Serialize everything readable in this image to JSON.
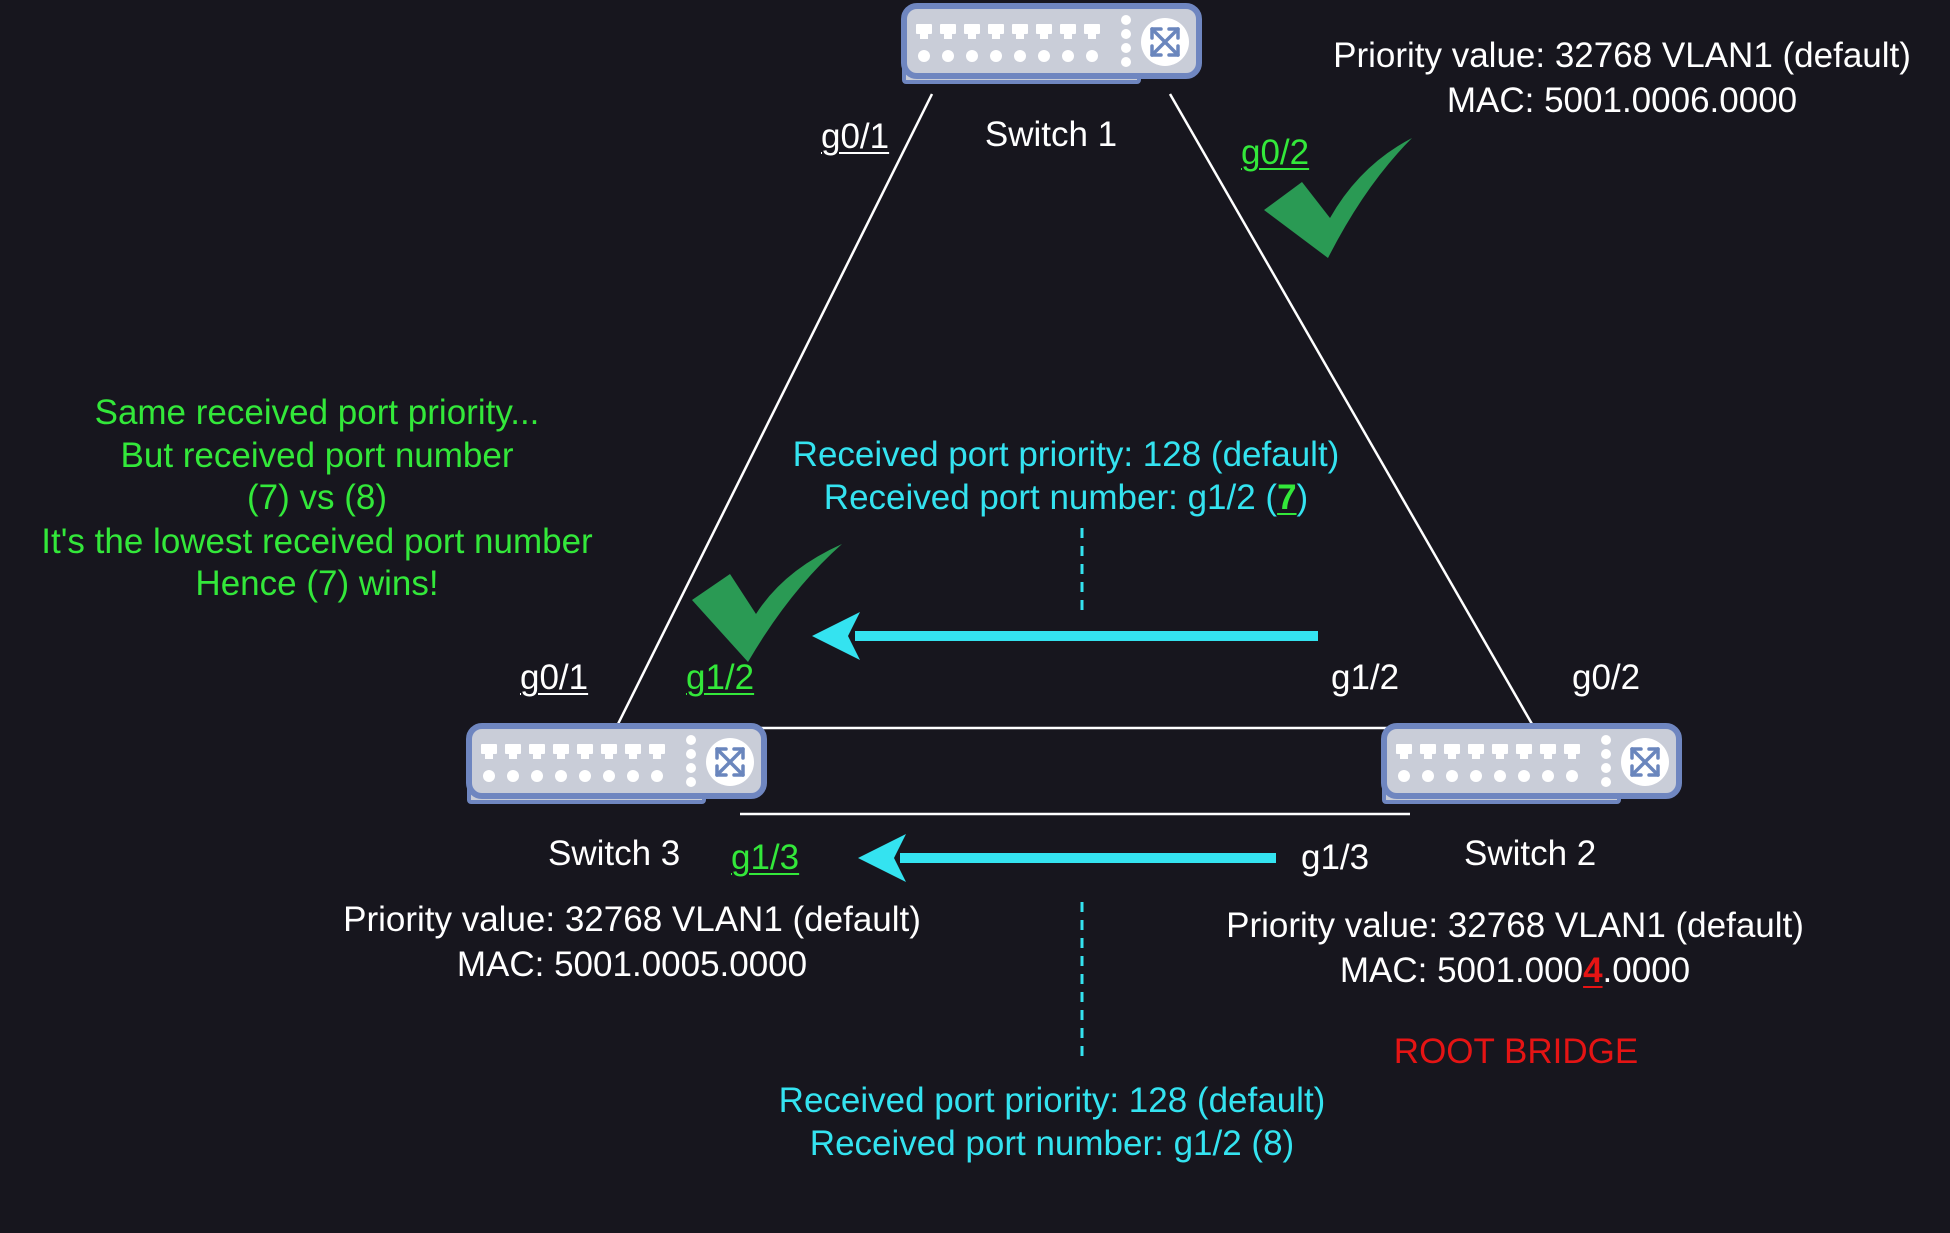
{
  "colors": {
    "background": "#17161e",
    "link": "#ffffff",
    "accent_green": "#33e83a",
    "check_green": "#2a9a54",
    "cyan": "#34e3f0",
    "root_red": "#e51414",
    "switch_body": "#c9cdd8",
    "switch_border": "#6f86c0"
  },
  "icons": {
    "switch": "network-switch-icon",
    "check": "checkmark-icon",
    "arrow": "left-arrow-icon"
  },
  "switch1": {
    "name": "Switch 1",
    "port_left": "g0/1",
    "port_right": "g0/2",
    "priority": "Priority value: 32768 VLAN1 (default)",
    "mac": "MAC: 5001.0006.0000"
  },
  "switch2": {
    "name": "Switch 2",
    "port_top_left": "g1/2",
    "port_top_right": "g0/2",
    "port_bottom": "g1/3",
    "priority": "Priority value: 32768 VLAN1 (default)",
    "mac_prefix": "MAC: 5001.000",
    "mac_highlight": "4",
    "mac_suffix": ".0000",
    "root_label": "ROOT BRIDGE"
  },
  "switch3": {
    "name": "Switch 3",
    "port_top_left": "g0/1",
    "port_top_right": "g1/2",
    "port_bottom": "g1/3",
    "priority": "Priority value: 32768 VLAN1 (default)",
    "mac": "MAC: 5001.0005.0000"
  },
  "upper_info": {
    "line1": "Received port priority: 128 (default)",
    "line2_prefix": "Received port number: g1/2 (",
    "line2_highlight": "7",
    "line2_suffix": ")"
  },
  "lower_info": {
    "line1": "Received port priority: 128 (default)",
    "line2": "Received port number: g1/2 (8)"
  },
  "explanation": [
    "Same received port priority...",
    "But received port number",
    "(7) vs (8)",
    "It's the lowest received port number",
    "Hence (7) wins!"
  ]
}
